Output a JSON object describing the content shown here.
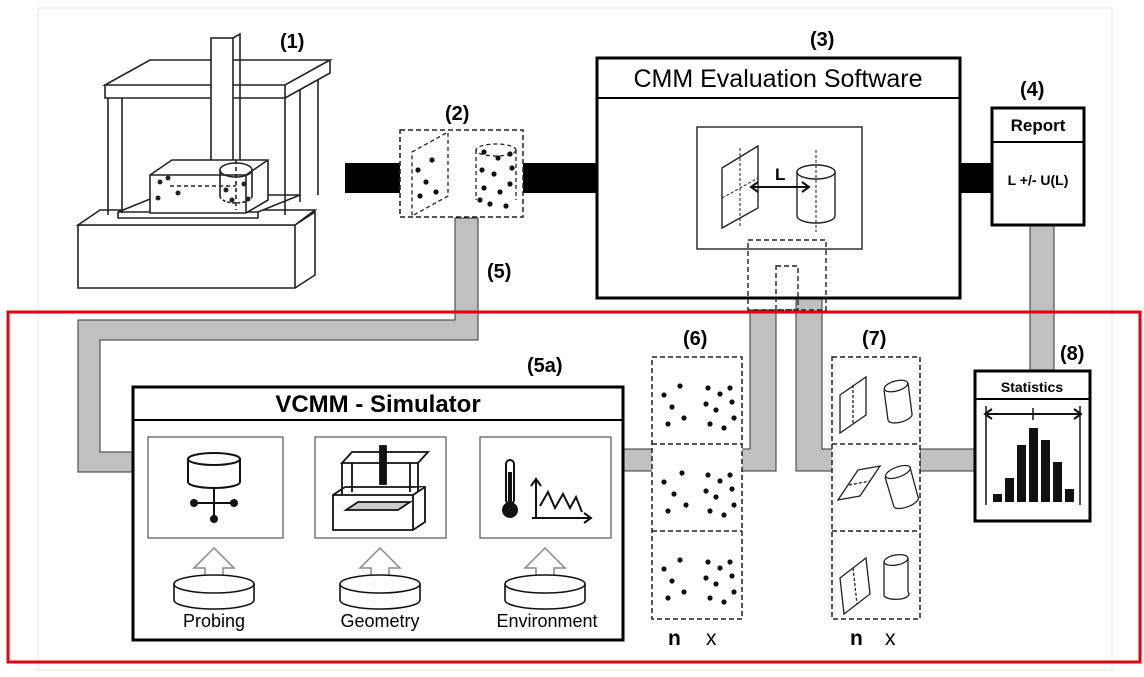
{
  "labels": {
    "n1": "(1)",
    "n2": "(2)",
    "n3": "(3)",
    "n4": "(4)",
    "n5": "(5)",
    "n5a": "(5a)",
    "n6": "(6)",
    "n7": "(7)",
    "n8": "(8)"
  },
  "eval_software": {
    "title": "CMM Evaluation Software",
    "distance_label": "L"
  },
  "report": {
    "title": "Report",
    "value": "L +/- U(L)"
  },
  "simulator": {
    "title": "VCMM - Simulator",
    "modules": [
      "Probing",
      "Geometry",
      "Environment"
    ]
  },
  "statistics": {
    "title": "Statistics"
  },
  "repeat": {
    "n": "n",
    "x": "x"
  },
  "colors": {
    "highlight": "#e8000b",
    "pipe_gray": "#c0c0c0",
    "black": "#000000"
  }
}
